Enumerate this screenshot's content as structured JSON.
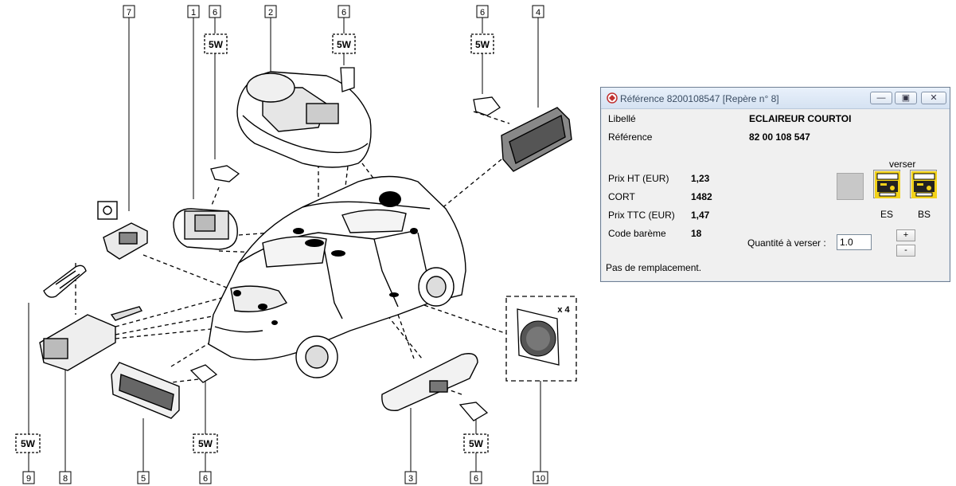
{
  "diagram": {
    "callouts": {
      "c7": "7",
      "c1": "1",
      "c6a": "6",
      "c2": "2",
      "c6b": "6",
      "c6c": "6",
      "c4": "4",
      "c9": "9",
      "c8": "8",
      "c5": "5",
      "c6d": "6",
      "c3": "3",
      "c6e": "6",
      "c10": "10"
    },
    "bulbs": {
      "b1": "5W",
      "b2": "5W",
      "b3": "5W",
      "b4": "5W",
      "b5": "5W",
      "b6": "5W"
    },
    "quantity_marker": "x 4"
  },
  "window": {
    "title": "Référence 8200108547 [Repère n° 8]",
    "libelle_label": "Libellé",
    "libelle_value": "ECLAIREUR COURTOI",
    "reference_label": "Référence",
    "reference_value": "82 00 108 547",
    "prix_ht_label": "Prix HT (EUR)",
    "prix_ht_value": "1,23",
    "cort_label": "CORT",
    "cort_value": "1482",
    "prix_ttc_label": "Prix TTC (EUR)",
    "prix_ttc_value": "1,47",
    "code_bareme_label": "Code barème",
    "code_bareme_value": "18",
    "verser_label": "verser",
    "es_label": "ES",
    "bs_label": "BS",
    "quantite_label": "Quantité à verser :",
    "quantite_value": "1.0",
    "plus_label": "+",
    "minus_label": "-",
    "footer_text": "Pas de remplacement."
  },
  "colors": {
    "titlebar": "#dbe6f4",
    "swatch": "#c8c8c8",
    "icon_yellow": "#f2d21a"
  }
}
